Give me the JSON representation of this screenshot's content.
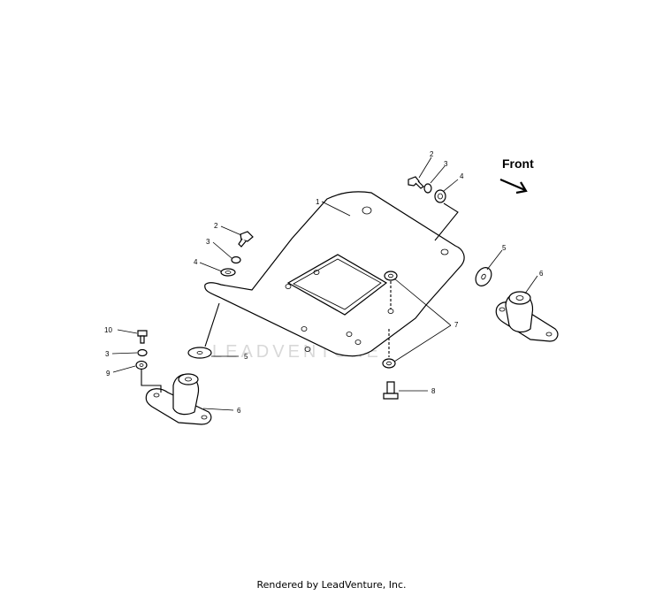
{
  "direction_label": "Front",
  "watermark": "LEADVENTURE",
  "footer": "Rendered by LeadVenture, Inc.",
  "callouts": {
    "c1": "1",
    "c2a": "2",
    "c3a": "3",
    "c4a": "4",
    "c2b": "2",
    "c3b": "3",
    "c4b": "4",
    "c5a": "5",
    "c6a": "6",
    "c5b": "5",
    "c6b": "6",
    "c7": "7",
    "c8": "8",
    "c10": "10",
    "c3c": "3",
    "c9": "9"
  }
}
